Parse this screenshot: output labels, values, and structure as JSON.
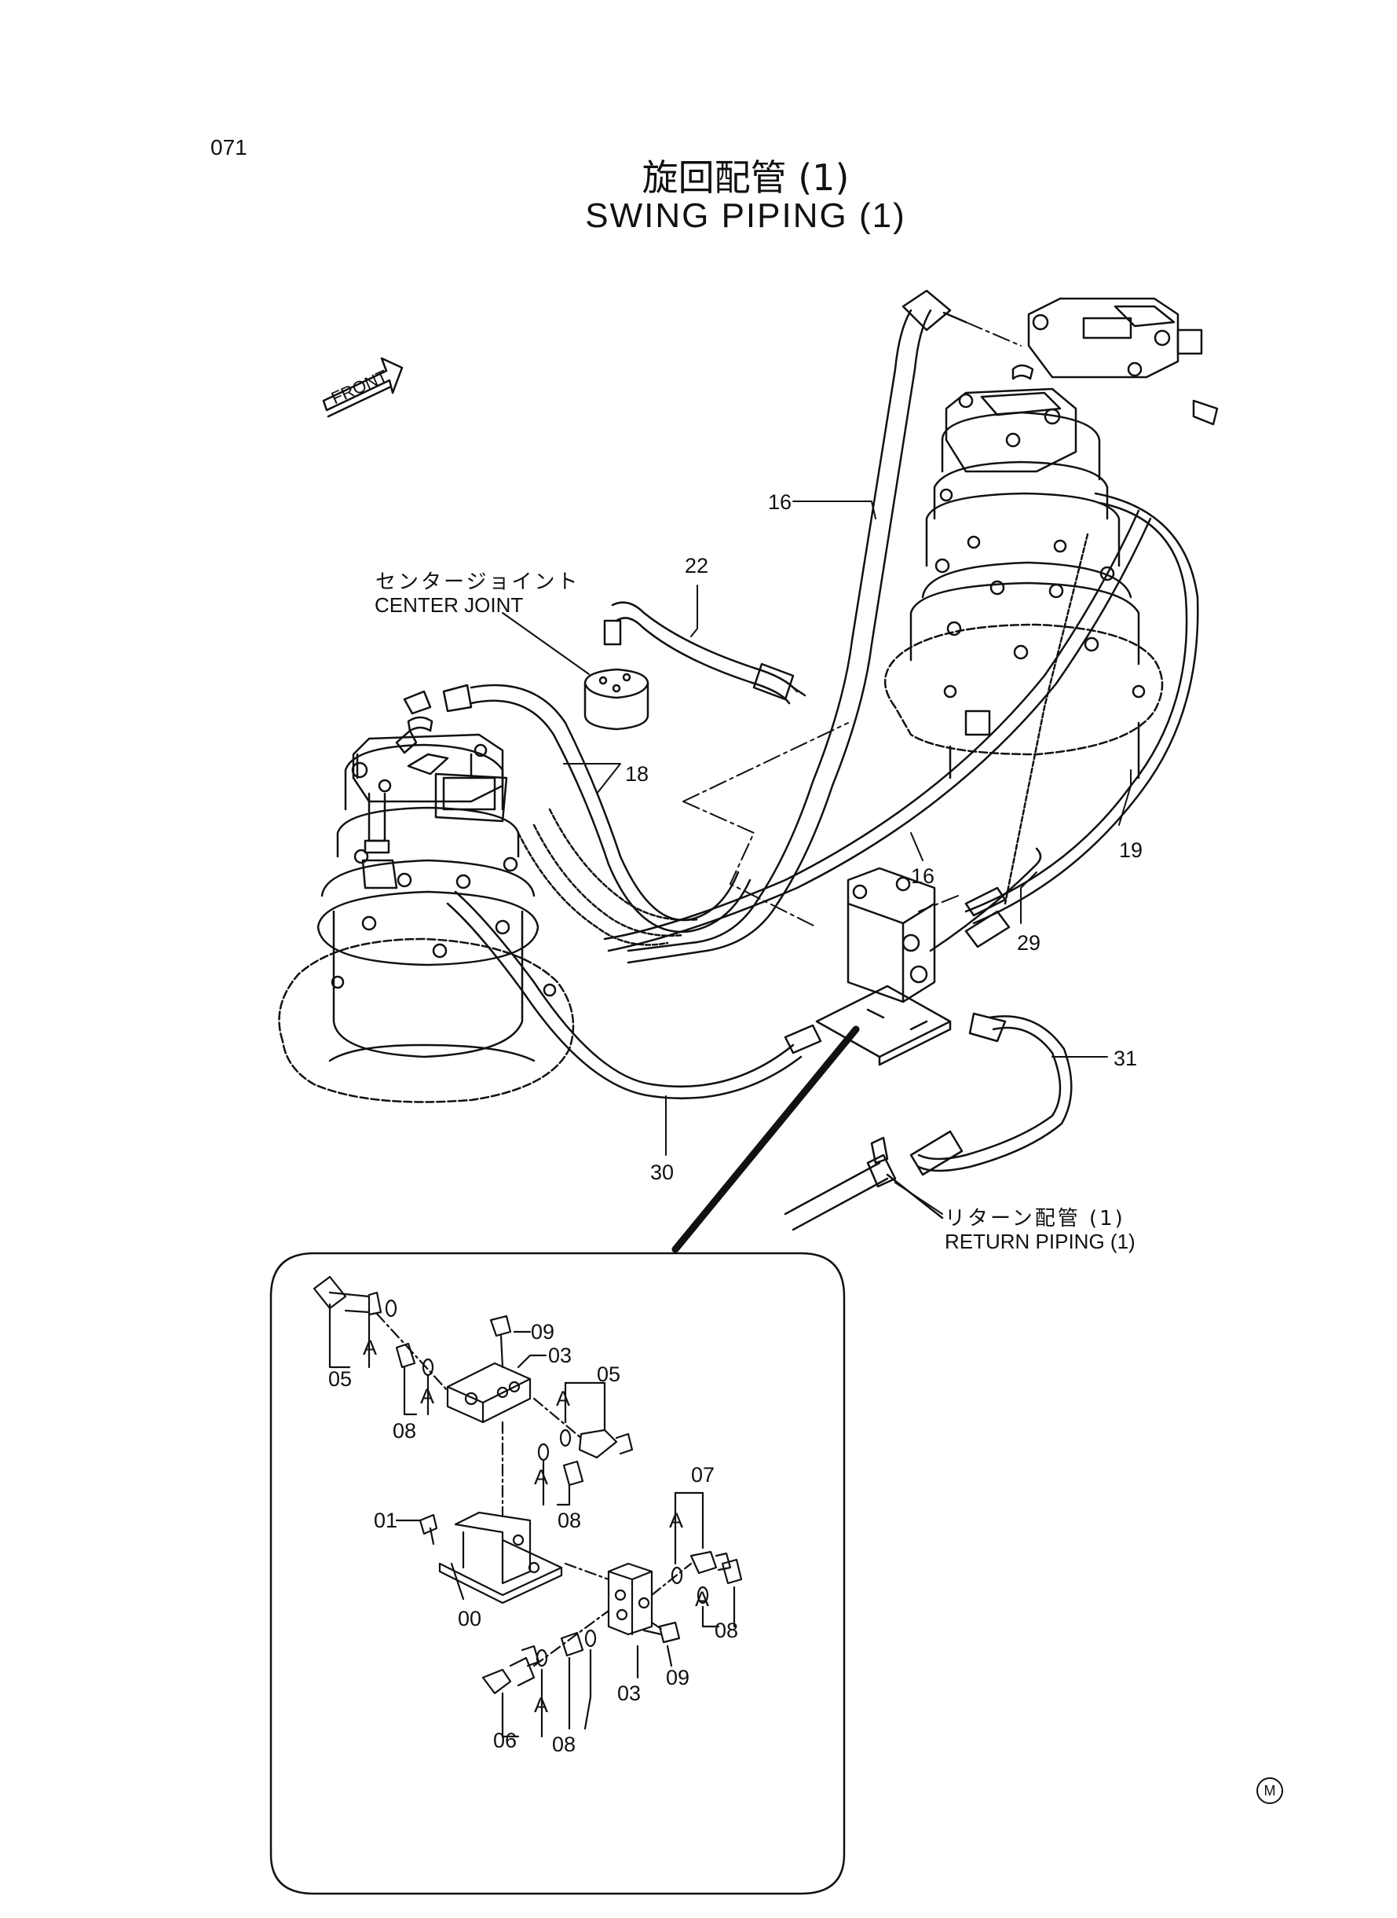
{
  "page_number": "071",
  "title": {
    "jp": "旋回配管 (1)",
    "en": "SWING PIPING (1)"
  },
  "front_label": "FRONT",
  "labels": {
    "center_joint_jp": "センタージョイント",
    "center_joint_en": "CENTER JOINT",
    "return_piping_jp": "リターン配管 (1)",
    "return_piping_en": "RETURN PIPING (1)"
  },
  "callouts": {
    "c16a": "16",
    "c22": "22",
    "c18": "18",
    "c16b": "16",
    "c19": "19",
    "c29": "29",
    "c31": "31",
    "c30": "30"
  },
  "detail": {
    "c09a": "09",
    "c03a": "03",
    "c05a": "05",
    "c05b": "05",
    "cAa": "A",
    "cAb": "A",
    "cAc": "A",
    "cAd": "A",
    "cAe": "A",
    "cAf": "A",
    "cAg": "A",
    "c08a": "08",
    "c08b": "08",
    "c01": "01",
    "c07": "07",
    "c08c": "08",
    "c00": "00",
    "c03b": "03",
    "c09b": "09",
    "c06": "06",
    "c08d": "08"
  },
  "corner_mark": "M"
}
